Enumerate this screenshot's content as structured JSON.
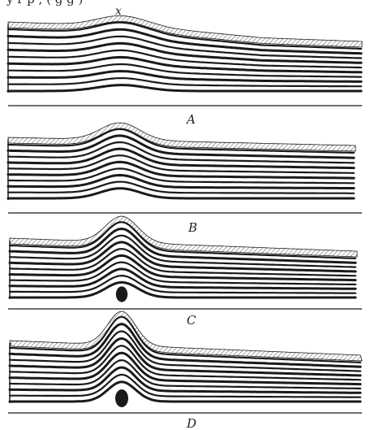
{
  "top_text_fragment": "y                          r  p  ,       (  g  g  )",
  "marker_label": "x",
  "panels": [
    {
      "label": "A",
      "fold_stage": 0.15
    },
    {
      "label": "B",
      "fold_stage": 0.4
    },
    {
      "label": "C",
      "fold_stage": 0.72
    },
    {
      "label": "D",
      "fold_stage": 1.0
    }
  ],
  "colors": {
    "ink": "#1a1a1a",
    "paper": "#ffffff",
    "hatch": "#6a6a6a"
  }
}
